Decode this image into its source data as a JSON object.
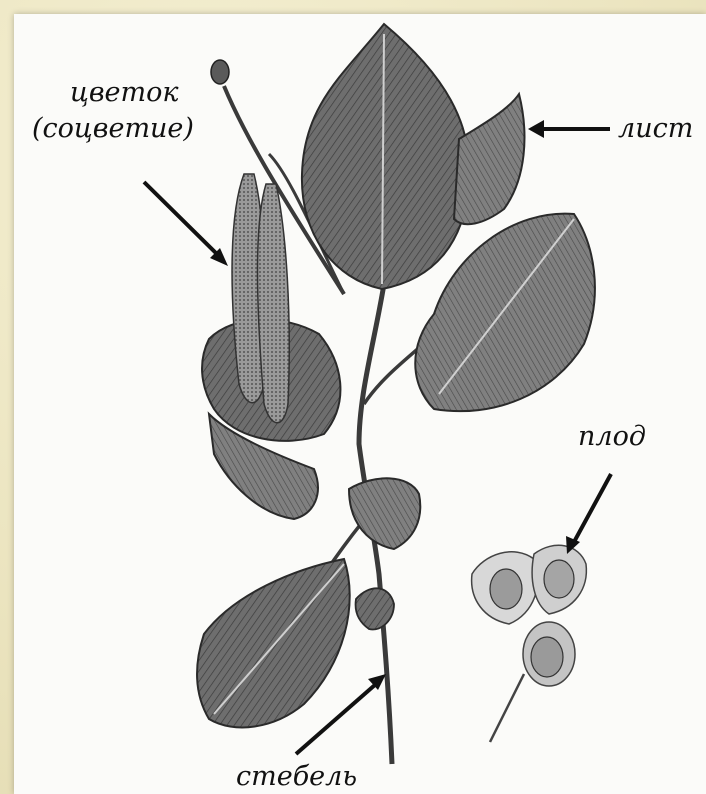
{
  "labels": {
    "flower": "цветок",
    "inflorescence": "(соцветие)",
    "leaf": "лист",
    "fruit": "плод",
    "stem": "стебель"
  },
  "colors": {
    "frame": "#efe9c8",
    "panel": "#fbfbf9",
    "leaf_dark": "#4a4a4a",
    "leaf_mid": "#7a7a7a",
    "leaf_light": "#b5b5b5",
    "arrow": "#111111"
  }
}
